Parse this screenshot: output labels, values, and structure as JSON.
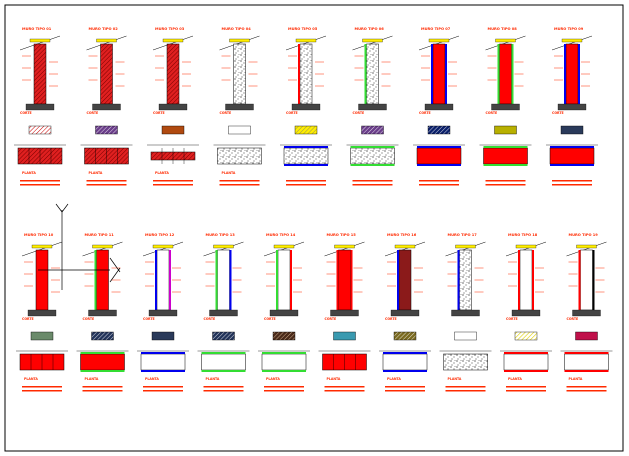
{
  "sheet": {
    "colors": {
      "label": "#ff2a00",
      "brick_red": "#ff0000",
      "hatch_brown": "#8b1a1a",
      "blue": "#0000ee",
      "green": "#33dd33",
      "yellow": "#ffee00",
      "magenta": "#cc00cc",
      "black": "#000000",
      "gray": "#555555"
    },
    "row1": [
      {
        "title": "MURO TIPO 01",
        "core": "brickHatch",
        "left": null,
        "right": null,
        "swatch": "hatchRed",
        "plan": "brick",
        "base_label": "CORTE",
        "plan_label": "PLANTA"
      },
      {
        "title": "MURO TIPO 02",
        "core": "brickHatch",
        "left": null,
        "right": null,
        "swatch": "hatchPurple",
        "plan": "brick",
        "base_label": "CORTE",
        "plan_label": "PLANTA"
      },
      {
        "title": "MURO TIPO 03",
        "core": "brickHatch",
        "left": null,
        "right": null,
        "swatch": "brown",
        "plan": "brickThin",
        "base_label": "CORTE",
        "plan_label": "PLANTA"
      },
      {
        "title": "MURO TIPO 04",
        "core": "concrete",
        "left": null,
        "right": null,
        "swatch": "white",
        "plan": "concrete",
        "base_label": "CORTE",
        "plan_label": "PLANTA"
      },
      {
        "title": "MURO TIPO 05",
        "core": "concrete",
        "left": "red",
        "right": null,
        "swatch": "yellowHatch",
        "plan": "concreteBlue",
        "base_label": "CORTE",
        "plan_label": ""
      },
      {
        "title": "MURO TIPO 06",
        "core": "concrete",
        "left": "green",
        "right": null,
        "swatch": "purpleHatch",
        "plan": "concreteGreen",
        "base_label": "CORTE",
        "plan_label": ""
      },
      {
        "title": "MURO TIPO 07",
        "core": "red",
        "left": "blue",
        "right": "blue",
        "swatch": "navy",
        "plan": "redBlue",
        "base_label": "CORTE",
        "plan_label": ""
      },
      {
        "title": "MURO TIPO 08",
        "core": "red",
        "left": "green",
        "right": "green",
        "swatch": "olive",
        "plan": "redGreen",
        "base_label": "CORTE",
        "plan_label": ""
      },
      {
        "title": "MURO TIPO 09",
        "core": "red",
        "left": "blue",
        "right": "blue",
        "swatch": "slate",
        "plan": "redBlue",
        "base_label": "CORTE",
        "plan_label": ""
      }
    ],
    "row2": [
      {
        "title": "MURO TIPO 10",
        "core": "red",
        "left": null,
        "right": null,
        "swatch": "greenish",
        "plan": "red",
        "base_label": "CORTE",
        "plan_label": "PLANTA"
      },
      {
        "title": "MURO TIPO 11",
        "core": "red",
        "left": "green",
        "right": null,
        "swatch": "navyHatch",
        "plan": "redGreen",
        "base_label": "CORTE",
        "plan_label": "PLANTA"
      },
      {
        "title": "MURO TIPO 12",
        "core": "white",
        "left": "blue",
        "right": "magenta",
        "swatch": "slate",
        "plan": "studBlue",
        "base_label": "CORTE",
        "plan_label": "PLANTA"
      },
      {
        "title": "MURO TIPO 13",
        "core": "white",
        "left": "green",
        "right": "blue",
        "swatch": "darkHatch",
        "plan": "studGreen",
        "base_label": "CORTE",
        "plan_label": "PLANTA"
      },
      {
        "title": "MURO TIPO 14",
        "core": "white",
        "left": "green",
        "right": "red",
        "swatch": "brownHatch",
        "plan": "studGreen",
        "base_label": "CORTE",
        "plan_label": "PLANTA"
      },
      {
        "title": "MURO TIPO 15",
        "core": "red",
        "left": "red",
        "right": "red",
        "swatch": "cyanish",
        "plan": "redThick",
        "base_label": "CORTE",
        "plan_label": "PLANTA"
      },
      {
        "title": "MURO TIPO 16",
        "core": "darkred",
        "left": "blue",
        "right": null,
        "swatch": "goldHatch",
        "plan": "studBlue",
        "base_label": "CORTE",
        "plan_label": "PLANTA"
      },
      {
        "title": "MURO TIPO 17",
        "core": "concrete",
        "left": "blue",
        "right": null,
        "swatch": "white",
        "plan": "concrete",
        "base_label": "",
        "plan_label": "PLANTA"
      },
      {
        "title": "MURO TIPO 18",
        "core": "white",
        "left": "red",
        "right": "red",
        "swatch": "yellowHatch2",
        "plan": "studRed",
        "base_label": "CORTE",
        "plan_label": "PLANTA"
      },
      {
        "title": "MURO TIPO 19",
        "core": "white",
        "left": "red",
        "right": "black",
        "swatch": "crimson",
        "plan": "studRed",
        "base_label": "CORTE",
        "plan_label": "PLANTA"
      }
    ]
  }
}
